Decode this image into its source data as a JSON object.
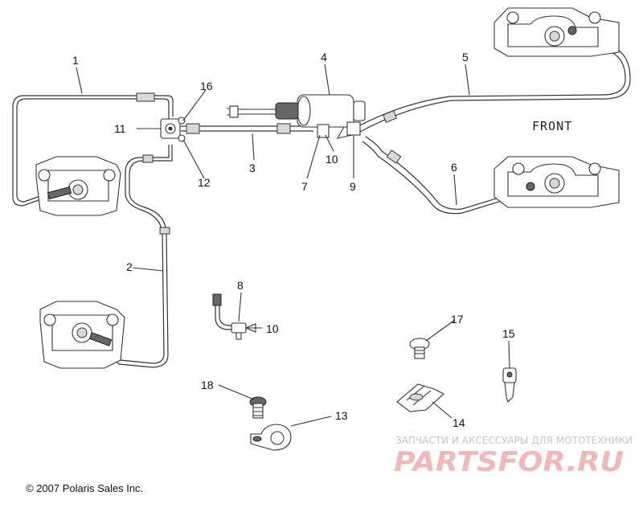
{
  "labels": {
    "l1": "1",
    "l2": "2",
    "l3": "3",
    "l4": "4",
    "l5": "5",
    "l6": "6",
    "l7": "7",
    "l8": "8",
    "l9": "9",
    "l10a": "10",
    "l10b": "10",
    "l11": "11",
    "l12": "12",
    "l13": "13",
    "l14": "14",
    "l15": "15",
    "l16": "16",
    "l17": "17",
    "l18": "18"
  },
  "front_label": "FRONT",
  "copyright": "© 2007 Polaris Sales Inc.",
  "watermark": {
    "tagline": "ЗАПЧАСТИ И АКСЕССУАРЫ ДЛЯ МОТОТЕХНИКИ",
    "brand": "PARTSFOR.RU"
  }
}
